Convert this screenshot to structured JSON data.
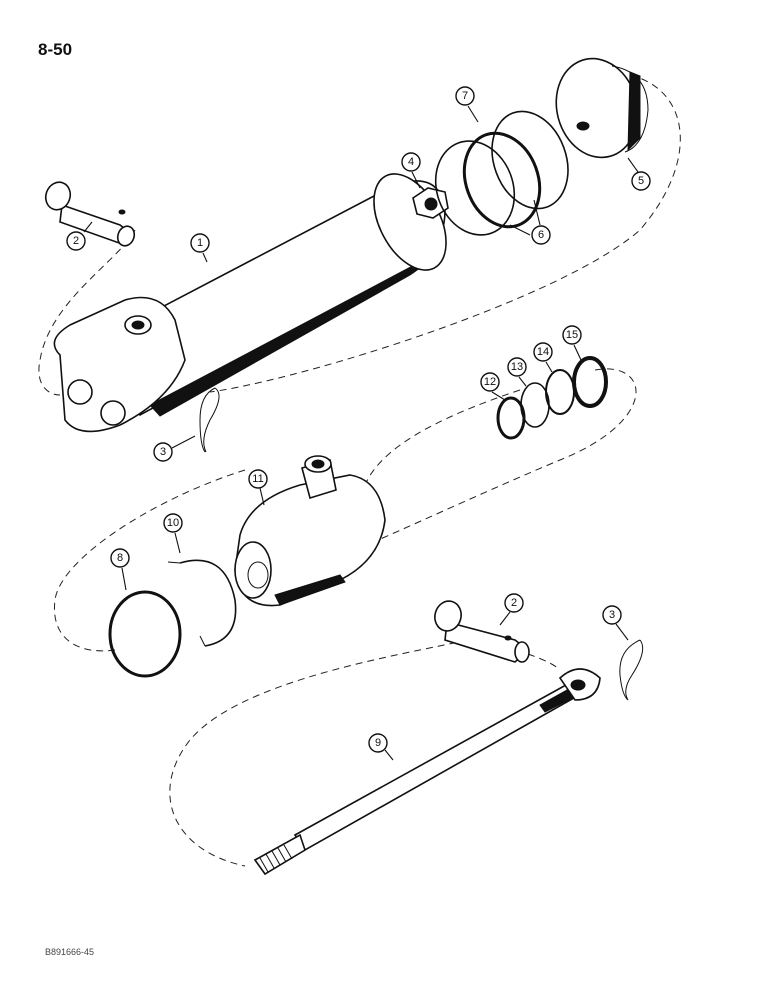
{
  "page": {
    "number": "8-50",
    "reference_code": "B891666-45"
  },
  "callouts": [
    "1",
    "2",
    "3",
    "4",
    "5",
    "6",
    "7",
    "8",
    "9",
    "10",
    "11",
    "12",
    "13",
    "14",
    "15",
    "2",
    "3"
  ]
}
